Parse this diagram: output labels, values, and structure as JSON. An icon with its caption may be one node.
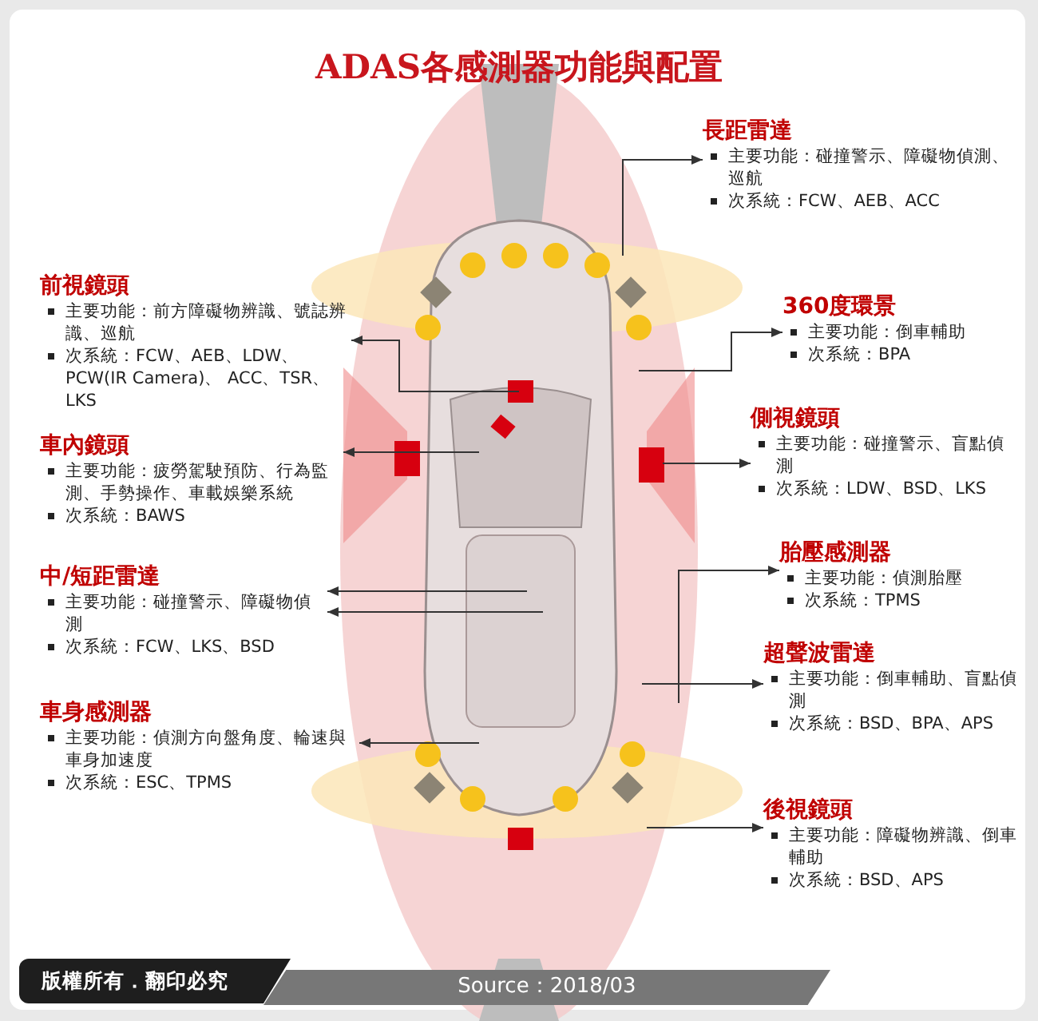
{
  "diagram": {
    "title": "ADAS各感測器功能與配置",
    "nodes": [
      {
        "text": [
          "長距雷達",
          "主要功能：碰撞警示、障礙物偵測、巡航",
          "次系統：FCW、AEB、ACC"
        ]
      },
      {
        "text": [
          "前視鏡頭",
          "主要功能：前方障礙物辨識、號誌辨識、巡航",
          "次系統：FCW、AEB、LDW、PCW(IR Camera)、 ACC、TSR、LKS"
        ]
      },
      {
        "text": [
          "360度環景",
          "主要功能：倒車輔助",
          "次系統：BPA"
        ]
      },
      {
        "text": [
          "車內鏡頭",
          "主要功能：疲勞駕駛預防、行為監測、手勢操作、車載娛樂系統",
          "次系統：BAWS"
        ]
      },
      {
        "text": [
          "側視鏡頭",
          "主要功能：碰撞警示、盲點偵測",
          "次系統：LDW、BSD、LKS"
        ]
      },
      {
        "text": [
          "中/短距雷達",
          "主要功能：碰撞警示、障礙物偵測",
          "次系統：FCW、LKS、BSD"
        ]
      },
      {
        "text": [
          "胎壓感測器",
          "主要功能：偵測胎壓",
          "次系統：TPMS"
        ]
      },
      {
        "text": [
          "超聲波雷達",
          "主要功能：倒車輔助、盲點偵測",
          "次系統：BSD、BPA、APS"
        ]
      },
      {
        "text": [
          "車身感測器",
          "主要功能：偵測方向盤角度、輪速與車身加速度",
          "次系統：ESC、TPMS"
        ]
      },
      {
        "text": [
          "後視鏡頭",
          "主要功能：障礙物辨識、倒車輔助",
          "次系統：BSD、APS"
        ]
      }
    ],
    "edges": [
      {
        "from": null,
        "to": 0,
        "arrow": "to"
      },
      {
        "from": null,
        "to": 1,
        "arrow": "to"
      },
      {
        "from": null,
        "to": 3,
        "arrow": "to"
      },
      {
        "from": null,
        "to": 5,
        "arrow": "to"
      },
      {
        "from": null,
        "to": 5,
        "arrow": "to"
      },
      {
        "from": null,
        "to": 8,
        "arrow": "to"
      },
      {
        "from": null,
        "to": 2,
        "arrow": "to"
      },
      {
        "from": null,
        "to": 4,
        "arrow": "to"
      },
      {
        "from": null,
        "to": 6,
        "arrow": "to"
      },
      {
        "from": null,
        "to": 7,
        "arrow": "to"
      },
      {
        "from": null,
        "to": 9,
        "arrow": "to"
      }
    ],
    "labels": [
      "版權所有．翻印必究",
      "Source：2018/03"
    ]
  }
}
